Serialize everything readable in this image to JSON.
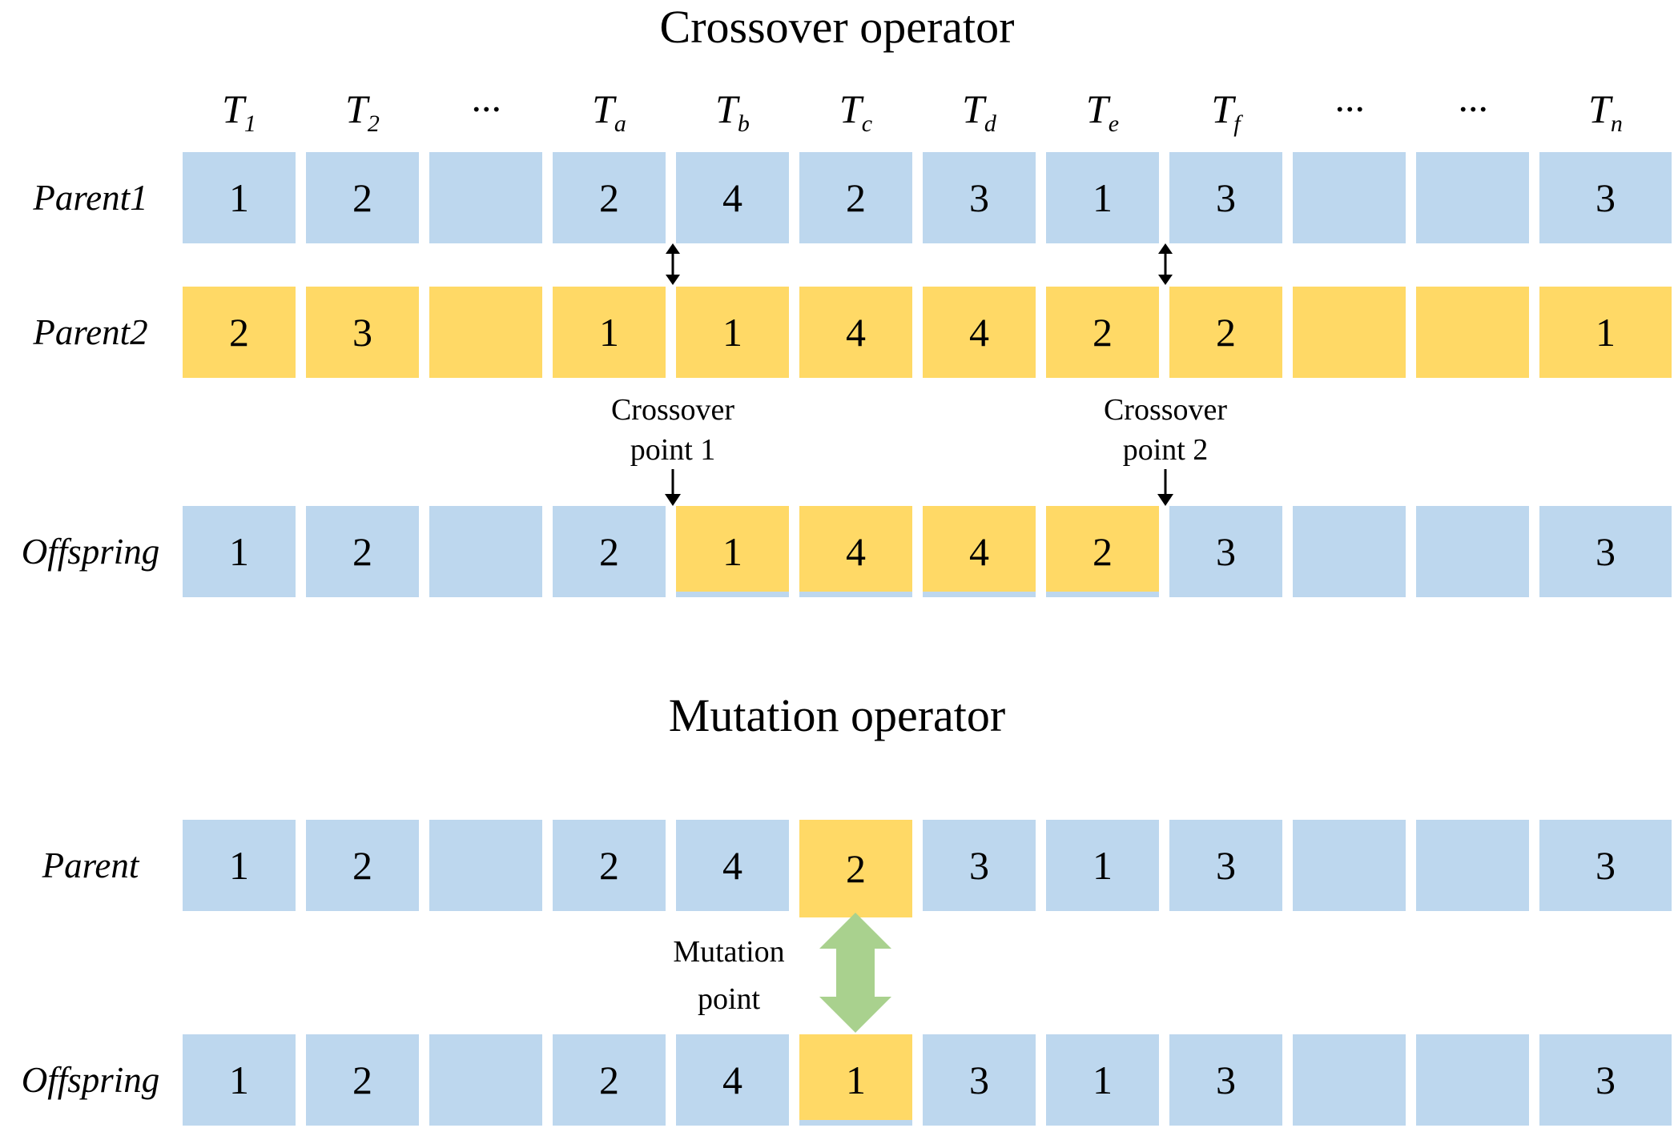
{
  "colors": {
    "gene_blue": "#BDD7EE",
    "gene_yellow": "#FFD966",
    "mutation_green": "#A9D18E",
    "text": "#000000"
  },
  "crossover": {
    "title": "Crossover operator",
    "headers": [
      {
        "base": "T",
        "sub": "1"
      },
      {
        "base": "T",
        "sub": "2"
      },
      {
        "base": "···",
        "sub": ""
      },
      {
        "base": "T",
        "sub": "a"
      },
      {
        "base": "T",
        "sub": "b"
      },
      {
        "base": "T",
        "sub": "c"
      },
      {
        "base": "T",
        "sub": "d"
      },
      {
        "base": "T",
        "sub": "e"
      },
      {
        "base": "T",
        "sub": "f"
      },
      {
        "base": "···",
        "sub": ""
      },
      {
        "base": "···",
        "sub": ""
      },
      {
        "base": "T",
        "sub": "n"
      }
    ],
    "parent1": {
      "label": "Parent1",
      "cells": [
        {
          "v": "1",
          "variant": "blue"
        },
        {
          "v": "2",
          "variant": "blue"
        },
        {
          "v": "",
          "variant": "blue"
        },
        {
          "v": "2",
          "variant": "blue"
        },
        {
          "v": "4",
          "variant": "blue"
        },
        {
          "v": "2",
          "variant": "blue"
        },
        {
          "v": "3",
          "variant": "blue"
        },
        {
          "v": "1",
          "variant": "blue"
        },
        {
          "v": "3",
          "variant": "blue"
        },
        {
          "v": "",
          "variant": "blue"
        },
        {
          "v": "",
          "variant": "blue"
        },
        {
          "v": "3",
          "variant": "blue"
        }
      ]
    },
    "parent2": {
      "label": "Parent2",
      "cells": [
        {
          "v": "2",
          "variant": "yellow"
        },
        {
          "v": "3",
          "variant": "yellow"
        },
        {
          "v": "",
          "variant": "yellow"
        },
        {
          "v": "1",
          "variant": "yellow"
        },
        {
          "v": "1",
          "variant": "yellow"
        },
        {
          "v": "4",
          "variant": "yellow"
        },
        {
          "v": "4",
          "variant": "yellow"
        },
        {
          "v": "2",
          "variant": "yellow"
        },
        {
          "v": "2",
          "variant": "yellow"
        },
        {
          "v": "",
          "variant": "yellow"
        },
        {
          "v": "",
          "variant": "yellow"
        },
        {
          "v": "1",
          "variant": "yellow"
        }
      ]
    },
    "offspring": {
      "label": "Offspring",
      "cells": [
        {
          "v": "1",
          "variant": "blue"
        },
        {
          "v": "2",
          "variant": "blue"
        },
        {
          "v": "",
          "variant": "blue"
        },
        {
          "v": "2",
          "variant": "blue"
        },
        {
          "v": "1",
          "variant": "yellow-sliver"
        },
        {
          "v": "4",
          "variant": "yellow-sliver"
        },
        {
          "v": "4",
          "variant": "yellow-sliver"
        },
        {
          "v": "2",
          "variant": "yellow-sliver"
        },
        {
          "v": "3",
          "variant": "blue"
        },
        {
          "v": "",
          "variant": "blue"
        },
        {
          "v": "",
          "variant": "blue"
        },
        {
          "v": "3",
          "variant": "blue"
        }
      ]
    },
    "point1": {
      "line1": "Crossover",
      "line2": "point 1"
    },
    "point2": {
      "line1": "Crossover",
      "line2": "point 2"
    }
  },
  "mutation": {
    "title": "Mutation operator",
    "parent": {
      "label": "Parent",
      "cells": [
        {
          "v": "1",
          "variant": "blue"
        },
        {
          "v": "2",
          "variant": "blue"
        },
        {
          "v": "",
          "variant": "blue"
        },
        {
          "v": "2",
          "variant": "blue"
        },
        {
          "v": "4",
          "variant": "blue"
        },
        {
          "v": "2",
          "variant": "yellow-tall"
        },
        {
          "v": "3",
          "variant": "blue"
        },
        {
          "v": "1",
          "variant": "blue"
        },
        {
          "v": "3",
          "variant": "blue"
        },
        {
          "v": "",
          "variant": "blue"
        },
        {
          "v": "",
          "variant": "blue"
        },
        {
          "v": "3",
          "variant": "blue"
        }
      ]
    },
    "offspring": {
      "label": "Offspring",
      "cells": [
        {
          "v": "1",
          "variant": "blue"
        },
        {
          "v": "2",
          "variant": "blue"
        },
        {
          "v": "",
          "variant": "blue"
        },
        {
          "v": "2",
          "variant": "blue"
        },
        {
          "v": "4",
          "variant": "blue"
        },
        {
          "v": "1",
          "variant": "yellow-sliver"
        },
        {
          "v": "3",
          "variant": "blue"
        },
        {
          "v": "1",
          "variant": "blue"
        },
        {
          "v": "3",
          "variant": "blue"
        },
        {
          "v": "",
          "variant": "blue"
        },
        {
          "v": "",
          "variant": "blue"
        },
        {
          "v": "3",
          "variant": "blue"
        }
      ]
    },
    "point": {
      "line1": "Mutation",
      "line2": "point"
    }
  }
}
